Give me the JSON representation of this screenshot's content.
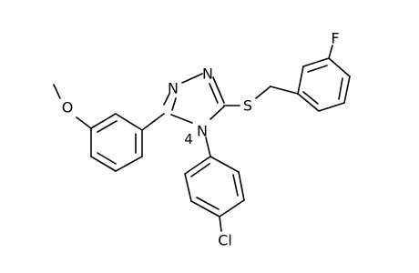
{
  "structure": {
    "atoms": {
      "n1": "N",
      "n2": "N",
      "n4": "N",
      "s": "S",
      "f": "F",
      "o": "O",
      "cl": "Cl",
      "n4_locant": "4"
    }
  },
  "colors": {
    "bond": "#000000",
    "label": "#000000",
    "background": "#ffffff"
  }
}
